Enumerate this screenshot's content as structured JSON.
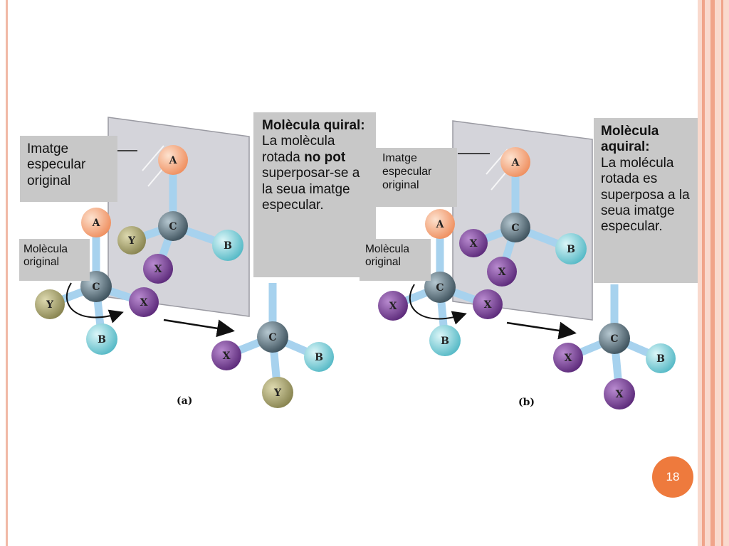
{
  "callouts": {
    "a_mirror_label": "Imatge especular original",
    "a_original_label": "Molècula original",
    "a_chiral_bold": "Molècula quiral:",
    "a_chiral_text1": " La molècula rotada ",
    "a_chiral_bold2": "no pot",
    "a_chiral_text2": " superposar-se a la seua imatge especular.",
    "b_mirror_label": "Imatge especular original",
    "b_original_label": "Molècula original",
    "b_achiral_bold": "Molècula aquiral:",
    "b_achiral_text": "La molécula rotada es superposa a la seua imatge especular."
  },
  "figure": {
    "panel_a_label": "(a)",
    "panel_b_label": "(b)",
    "atoms": {
      "A": "A",
      "B": "B",
      "C": "C",
      "X": "X",
      "Y": "Y"
    }
  },
  "slide": {
    "page_number": "18"
  },
  "colors": {
    "atom_A": "#f4a27a",
    "atom_B": "#7fd3dd",
    "atom_C": "#5f7683",
    "atom_X": "#7b3f98",
    "atom_Y": "#a8a46e",
    "bond": "#a7d2ee",
    "mirror": "#d9d9dd",
    "callout_bg": "#c8c8c8",
    "page_badge": "#ee7a3d"
  }
}
